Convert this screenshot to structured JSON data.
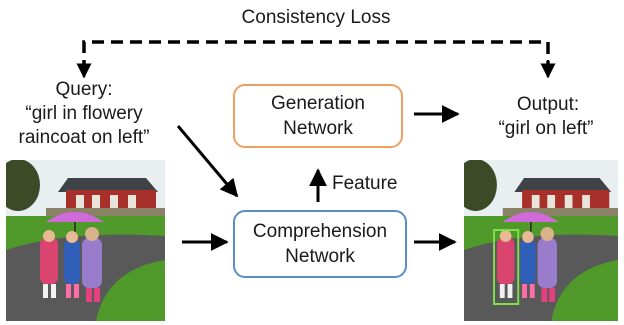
{
  "consistency_loss": "Consistency Loss",
  "query": {
    "label": "Query:",
    "line1": "“girl in flowery",
    "line2": "raincoat on left”"
  },
  "output": {
    "label": "Output:",
    "text": "“girl on left”"
  },
  "generation_network": {
    "line1": "Generation",
    "line2": "Network"
  },
  "comprehension_network": {
    "line1": "Comprehension",
    "line2": "Network"
  },
  "feature_label": "Feature",
  "colors": {
    "generation_border": "#f0a060",
    "comprehension_border": "#5b8cc9",
    "highlight_box": "#7fe04a",
    "arrow": "#000000"
  }
}
